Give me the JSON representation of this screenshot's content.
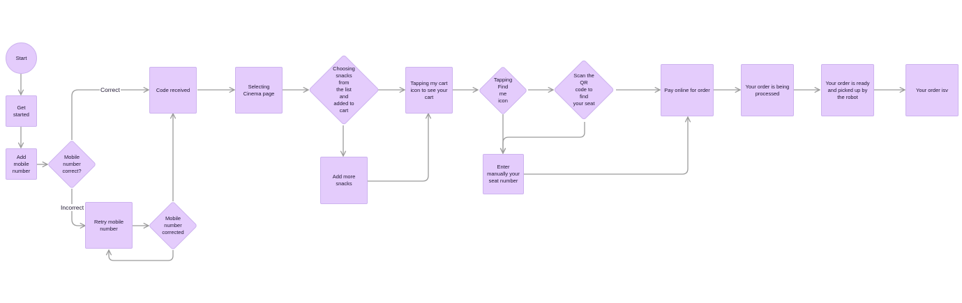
{
  "diagram": {
    "nodes": {
      "start": "Start",
      "get_started": "Get started",
      "add_mobile": "Add mobile\nnumber",
      "mobile_correct": "Mobile\nnumber\ncorrect?",
      "code_received": "Code received",
      "retry_mobile": "Retry mobile\nnumber",
      "mobile_corrected": "Mobile\nnumber\ncorrected",
      "selecting_cinema": "Selecting\nCinema page",
      "choosing_snacks": "Choosing\nsnacks from\nthe list and\nadded to cart",
      "add_more_snacks": "Add more\nsnacks",
      "tapping_cart": "Tapping my cart\nicon to see your\ncart",
      "tapping_find_me": "Tapping\nFind me\nicon",
      "scan_qr": "Scan the QR\ncode to find\nyour seat",
      "enter_seat": "Enter\nmanually your\nseat number",
      "pay_online": "Pay online for order",
      "order_processed": "Your order is being\nprocessed",
      "order_ready": "Your order is ready\nand picked up by\nthe robot",
      "order_isv": "Your order isv"
    },
    "edge_labels": {
      "correct": "Correct",
      "incorrect": "Incorrect"
    },
    "colors": {
      "node_fill": "#e4ccfc",
      "node_border": "#cdb3ef",
      "connector": "#9a9a9a",
      "text": "#1d1530"
    }
  }
}
